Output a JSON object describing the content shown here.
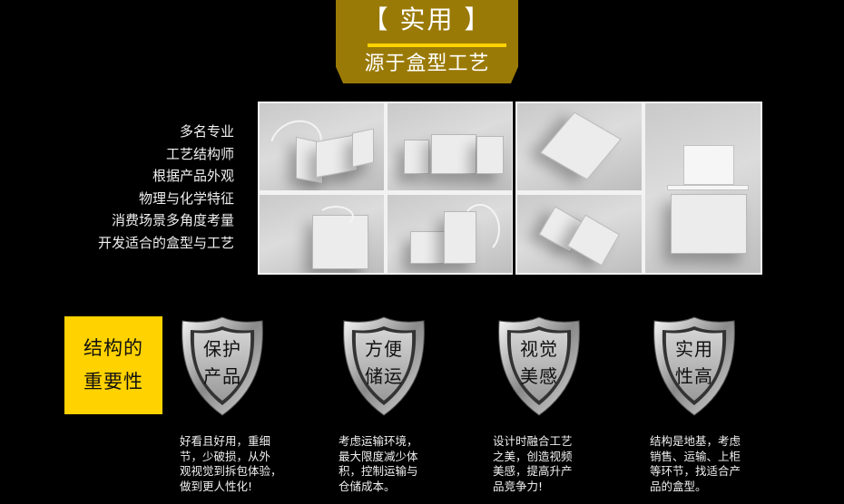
{
  "header": {
    "title": "【 实用 】",
    "subtitle": "源于盒型工艺",
    "badge_color": "#9a7a06",
    "rule_color": "#ffd200"
  },
  "features": [
    "多名专业",
    "工艺结构师",
    "根据产品外观",
    "物理与化学特征",
    "消费场景多角度考量",
    "开发适合的盒型与工艺"
  ],
  "photos": {
    "left_group": [
      {
        "alt": "open-box-with-ribbon"
      },
      {
        "alt": "open-drawer-box"
      },
      {
        "alt": "cube-box-with-ribbon-bow"
      },
      {
        "alt": "stepped-box-with-ribbon"
      }
    ],
    "right_group": [
      {
        "alt": "closed-drawer-box"
      },
      {
        "alt": "opened-slide-box"
      },
      {
        "alt": "open-lid-box-tall"
      }
    ]
  },
  "importance": {
    "line1": "结构的",
    "line2": "重要性",
    "color": "#ffd200"
  },
  "shields": [
    {
      "line1": "保护",
      "line2": "产品",
      "desc": [
        "好看且好用，重细",
        "节，少破损，从外",
        "观视觉到拆包体验，",
        "做到更人性化!"
      ]
    },
    {
      "line1": "方便",
      "line2": "储运",
      "desc": [
        "考虑运输环境，",
        "最大限度减少体",
        "积，控制运输与",
        "仓储成本。"
      ]
    },
    {
      "line1": "视觉",
      "line2": "美感",
      "desc": [
        "设计时融合工艺",
        "之美，创造视频",
        "美感，提高升产",
        "品竞争力!"
      ]
    },
    {
      "line1": "实用",
      "line2": "性高",
      "desc": [
        "结构是地基，考虑",
        "销售、运输、上柜",
        "等环节，找适合产",
        "品的盒型。"
      ]
    }
  ]
}
